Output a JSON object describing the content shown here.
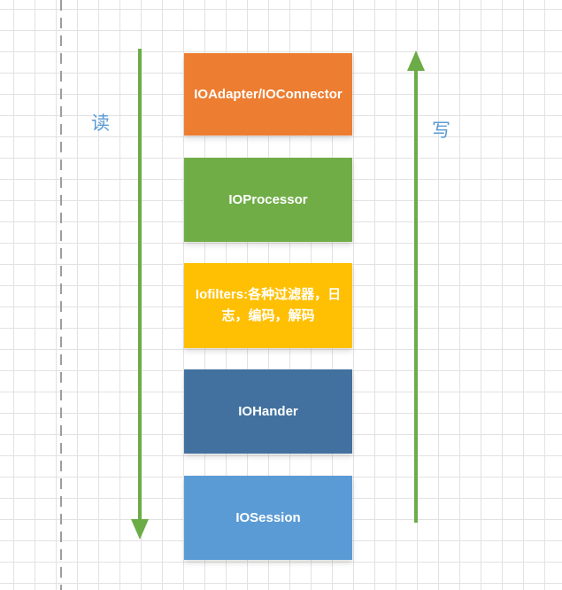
{
  "canvas": {
    "background": "#ffffff",
    "grid_color": "#e2e2e2",
    "guide_line_color": "#9e9e9e"
  },
  "layers": [
    {
      "label": "IOAdapter/IOConnector",
      "color": "#ED7D31"
    },
    {
      "label": "IOProcessor",
      "color": "#70AD47"
    },
    {
      "label": "Iofilters:各种过滤器，日志，编码，解码",
      "color": "#FFC003"
    },
    {
      "label": "IOHander",
      "color": "#42719F"
    },
    {
      "label": "IOSession",
      "color": "#5B9BD5"
    }
  ],
  "arrows": {
    "read": {
      "label": "读",
      "direction": "down",
      "color": "#6BAC47"
    },
    "write": {
      "label": "写",
      "direction": "up",
      "color": "#6BAC47"
    },
    "label_color": "#5B9BD5"
  }
}
